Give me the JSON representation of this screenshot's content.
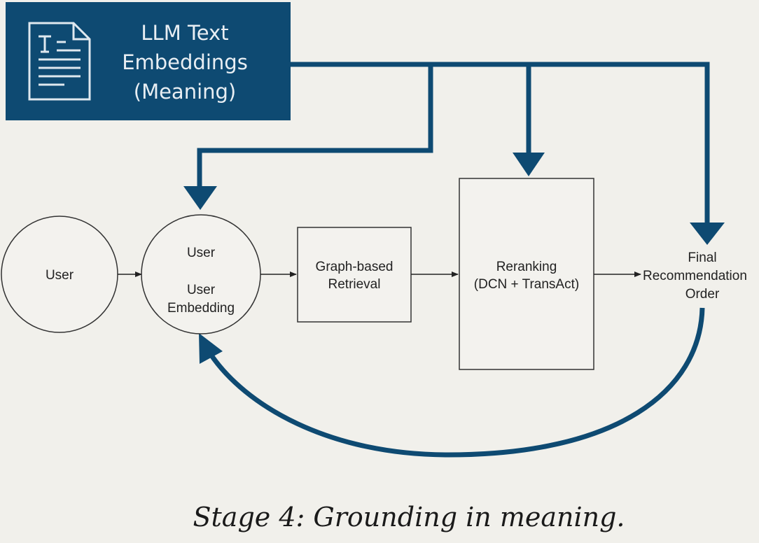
{
  "header_box": {
    "lines": [
      "LLM Text",
      "Embeddings",
      "(Meaning)"
    ],
    "icon": "text-document-icon"
  },
  "nodes": {
    "user": "User",
    "user_embedding": {
      "line1": "User",
      "line2": "User",
      "line3": "Embedding"
    },
    "retrieval": {
      "line1": "Graph-based",
      "line2": "Retrieval"
    },
    "reranking": {
      "line1": "Reranking",
      "line2": "(DCN + TransAct)"
    },
    "final": {
      "line1": "Final",
      "line2": "Recommendation",
      "line3": "Order"
    }
  },
  "caption": "Stage 4: Grounding in meaning.",
  "colors": {
    "accent": "#0e4a72",
    "background": "#f1f0eb"
  }
}
